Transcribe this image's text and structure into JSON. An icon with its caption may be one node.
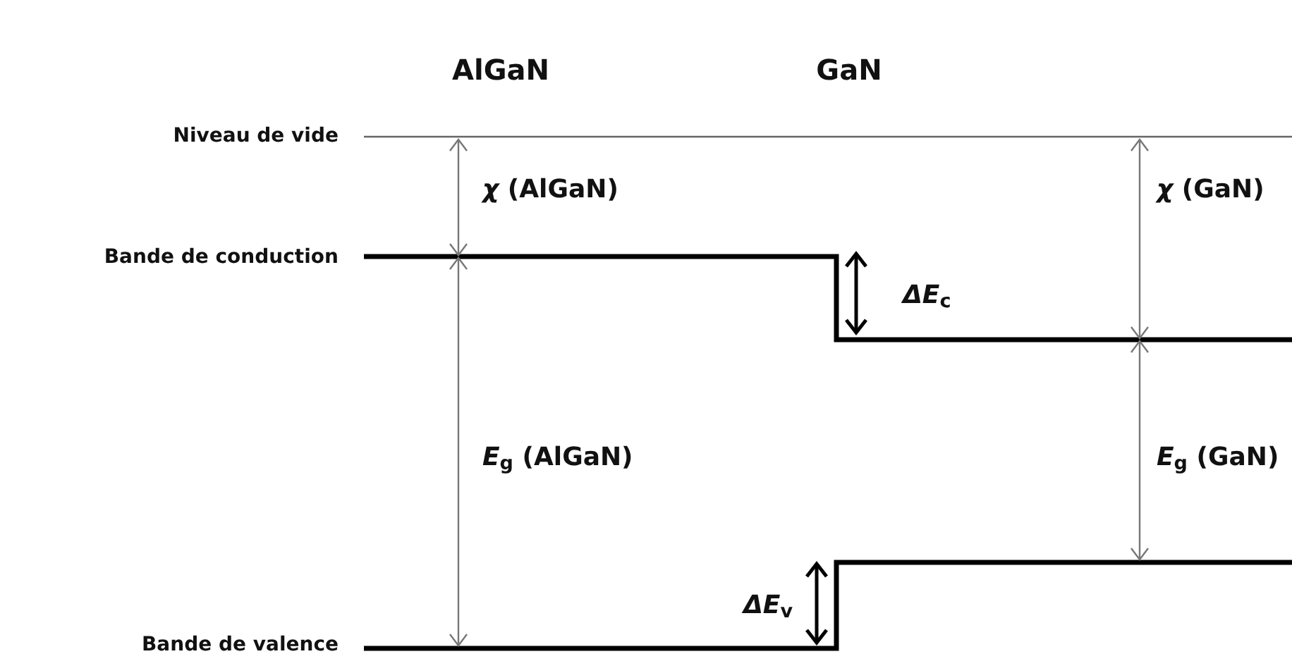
{
  "diagram": {
    "labels": [
      "AlGaN",
      "GaN",
      "Niveau de vide",
      "*χ* (AlGaN)",
      "*χ* (GaN)",
      "Bande de conduction",
      "*ΔE*$_{c}$",
      "*E*$_{g}$ (AlGaN)",
      "*E*$_{g}$ (GaN)",
      "*ΔE*$_{v}$",
      "Bande de valence"
    ]
  }
}
